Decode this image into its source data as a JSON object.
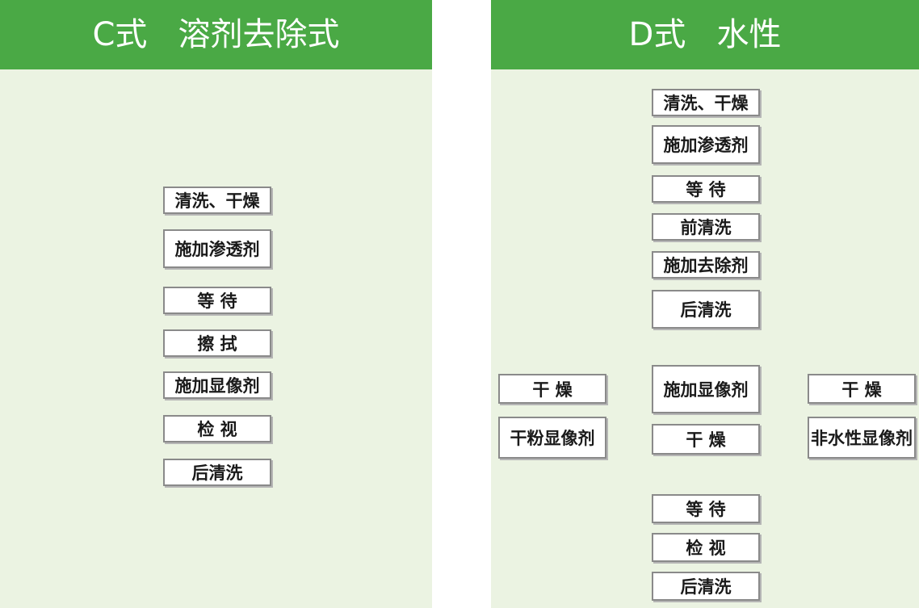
{
  "panel_c": {
    "title": "C式   溶剂去除式",
    "steps": [
      "清洗、干燥",
      "施加渗透剂",
      "等 待",
      "擦 拭",
      "施加显像剂",
      "检 视",
      "后清洗"
    ]
  },
  "panel_d": {
    "title": "D式   水性",
    "steps_top": [
      "清洗、干燥",
      "施加渗透剂",
      "等 待",
      "前清洗",
      "施加去除剂",
      "后清洗"
    ],
    "branch_left": [
      "干 燥",
      "干粉显像剂"
    ],
    "branch_middle": [
      "施加显像剂",
      "干 燥"
    ],
    "branch_right": [
      "干 燥",
      "非水性显像剂"
    ],
    "steps_bottom": [
      "等 待",
      "检 视",
      "后清洗"
    ]
  },
  "colors": {
    "header": "#4aa945",
    "panel_background": "#ebf3e2",
    "box_border": "#8a8a8a",
    "connector": "#666666"
  }
}
